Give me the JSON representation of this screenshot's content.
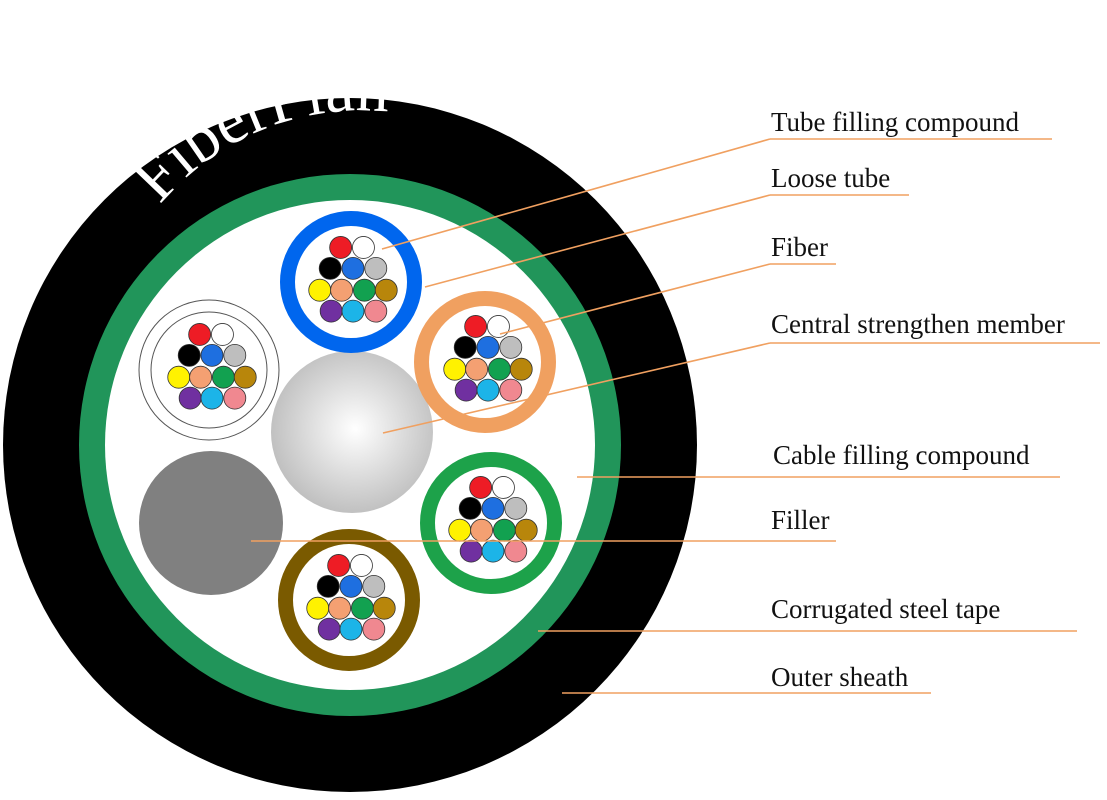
{
  "brand": "FiberPlan",
  "labels": {
    "tube_filling_compound": "Tube filling compound",
    "loose_tube": "Loose tube",
    "fiber": "Fiber",
    "central_strengthen_member": "Central strengthen member",
    "cable_filling_compound": "Cable filling compound",
    "filler": "Filler",
    "corrugated_steel_tape": "Corrugated steel tape",
    "outer_sheath": "Outer sheath"
  },
  "colors": {
    "outer_sheath": "#000000",
    "steel_tape": "#21955A",
    "leader_line": "#F0A060",
    "filler": "#808080",
    "tube_blue": "#0066EE",
    "tube_orange": "#F0A060",
    "tube_green": "#1DA24A",
    "tube_brown": "#7A5A00",
    "fiber_colors": [
      "#EE1C25",
      "#FFFFFF",
      "#000000",
      "#1E6FE0",
      "#BEBEBE",
      "#FFF200",
      "#F4A072",
      "#12A150",
      "#B8860B",
      "#7030A0",
      "#1CB4E8",
      "#F08890"
    ]
  }
}
